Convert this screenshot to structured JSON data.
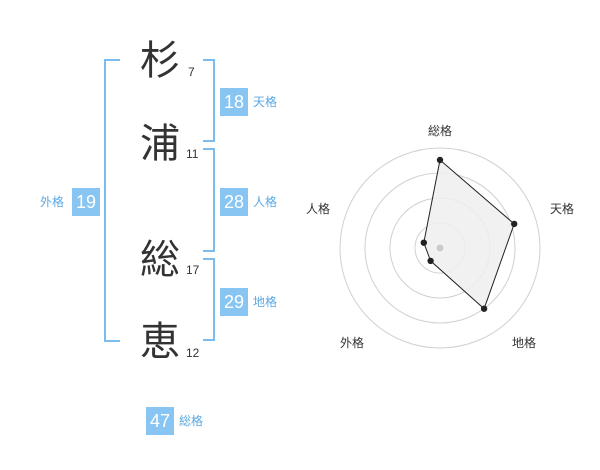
{
  "name": {
    "chars": [
      {
        "char": "杉",
        "strokes": "7"
      },
      {
        "char": "浦",
        "strokes": "11"
      },
      {
        "char": "総",
        "strokes": "17"
      },
      {
        "char": "恵",
        "strokes": "12"
      }
    ]
  },
  "scores": {
    "tenkaku": {
      "value": "18",
      "label": "天格"
    },
    "jinkaku": {
      "value": "28",
      "label": "人格"
    },
    "chikaku": {
      "value": "29",
      "label": "地格"
    },
    "gaikaku": {
      "value": "19",
      "label": "外格"
    },
    "soukaku": {
      "value": "47",
      "label": "総格"
    }
  },
  "chart_data": {
    "type": "radar",
    "axes": [
      "総格",
      "天格",
      "地格",
      "外格",
      "人格"
    ],
    "values": [
      0.88,
      0.78,
      0.75,
      0.16,
      0.17
    ],
    "rings": 4,
    "colors": {
      "fill": "#efefef",
      "line": "#222222",
      "grid": "#d0d0d0",
      "center": "#cccccc"
    }
  }
}
